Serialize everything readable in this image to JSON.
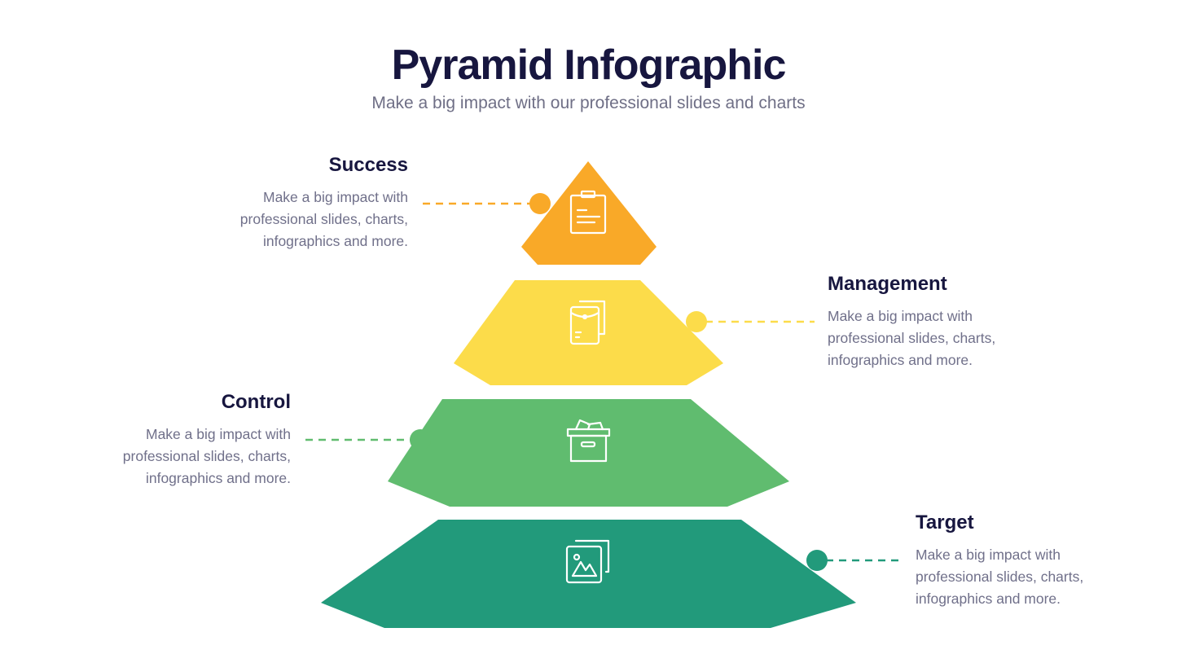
{
  "title": "Pyramid Infographic",
  "subtitle": "Make a big impact with our professional slides and charts",
  "levels": [
    {
      "heading": "Success",
      "lines": [
        "Make a big impact with",
        "professional slides, charts,",
        "infographics and more."
      ],
      "color": "#f9a928",
      "icon": "clipboard-icon"
    },
    {
      "heading": "Management",
      "lines": [
        "Make a big impact with",
        "professional slides, charts,",
        "infographics and more."
      ],
      "color": "#fcdc4a",
      "icon": "envelope-folder-icon"
    },
    {
      "heading": "Control",
      "lines": [
        "Make a big impact with",
        "professional slides, charts,",
        "infographics and more."
      ],
      "color": "#60bc6f",
      "icon": "archive-box-icon"
    },
    {
      "heading": "Target",
      "lines": [
        "Make a big impact with",
        "professional slides, charts,",
        "infographics and more."
      ],
      "color": "#229a7b",
      "icon": "image-gallery-icon"
    }
  ]
}
